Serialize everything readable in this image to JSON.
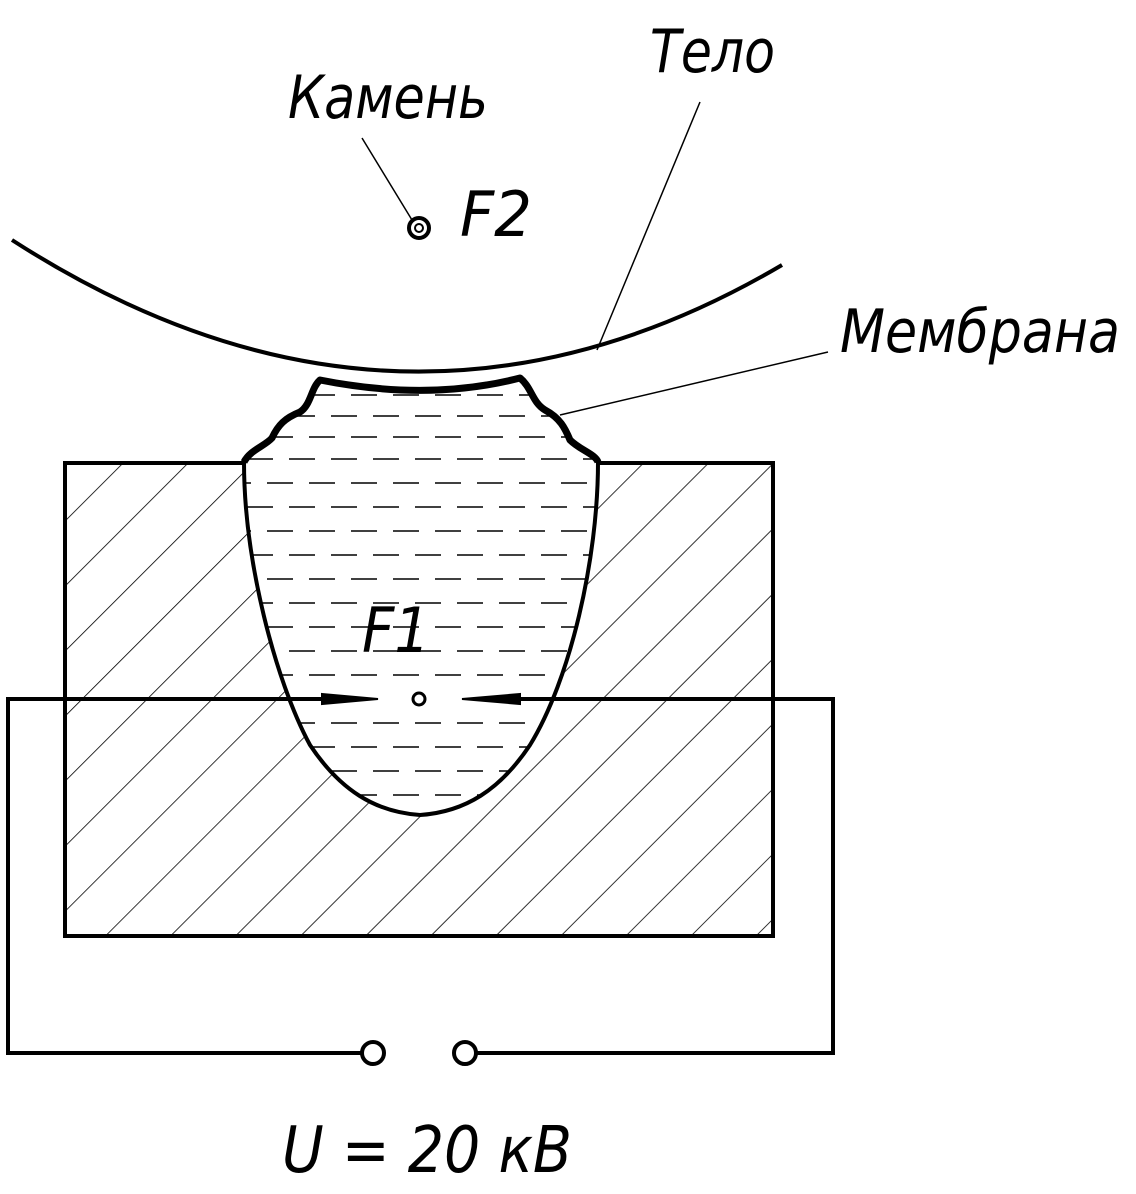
{
  "labels": {
    "stone": "Камень",
    "body": "Тело",
    "membrane": "Мембрана",
    "focus1": "F1",
    "focus2": "F2",
    "voltage": "U = 20 кВ"
  },
  "colors": {
    "line": "#000000",
    "background": "#ffffff"
  }
}
